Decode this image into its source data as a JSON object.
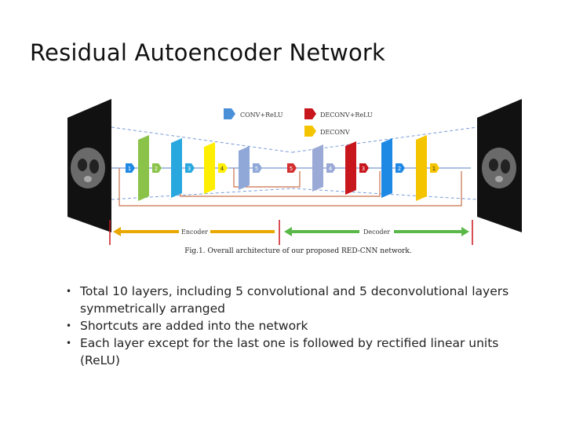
{
  "slide": {
    "title": "Residual Autoencoder Network"
  },
  "figure": {
    "legend": [
      {
        "label": "CONV+ReLU",
        "color": "#4a90d9"
      },
      {
        "label": "DECONV+ReLU",
        "color": "#c8161d"
      },
      {
        "label": "DECONV",
        "color": "#f5c400"
      }
    ],
    "encoder_layers": [
      {
        "label": "1",
        "color": "#1e88e5"
      },
      {
        "label": "2",
        "color": "#8bc34a"
      },
      {
        "label": "3",
        "color": "#29a8e0"
      },
      {
        "label": "4",
        "color": "#ffee00"
      },
      {
        "label": "5",
        "color": "#8fa8d8"
      }
    ],
    "decoder_layers": [
      {
        "label": "5",
        "color": "#d32f2f"
      },
      {
        "label": "4",
        "color": "#9aa9d6"
      },
      {
        "label": "3",
        "color": "#c8161d"
      },
      {
        "label": "2",
        "color": "#1e88e5"
      },
      {
        "label": "1",
        "color": "#f5c400"
      }
    ],
    "encoder_label": "Encoder",
    "decoder_label": "Decoder",
    "caption": "Fig.1. Overall architecture of our proposed RED-CNN network."
  },
  "bullets": [
    "Total 10 layers, including 5 convolutional and 5 deconvolutional layers symmetrically arranged",
    "Shortcuts are added into the network",
    "Each layer except for the last one is followed by rectified linear units (ReLU)"
  ]
}
